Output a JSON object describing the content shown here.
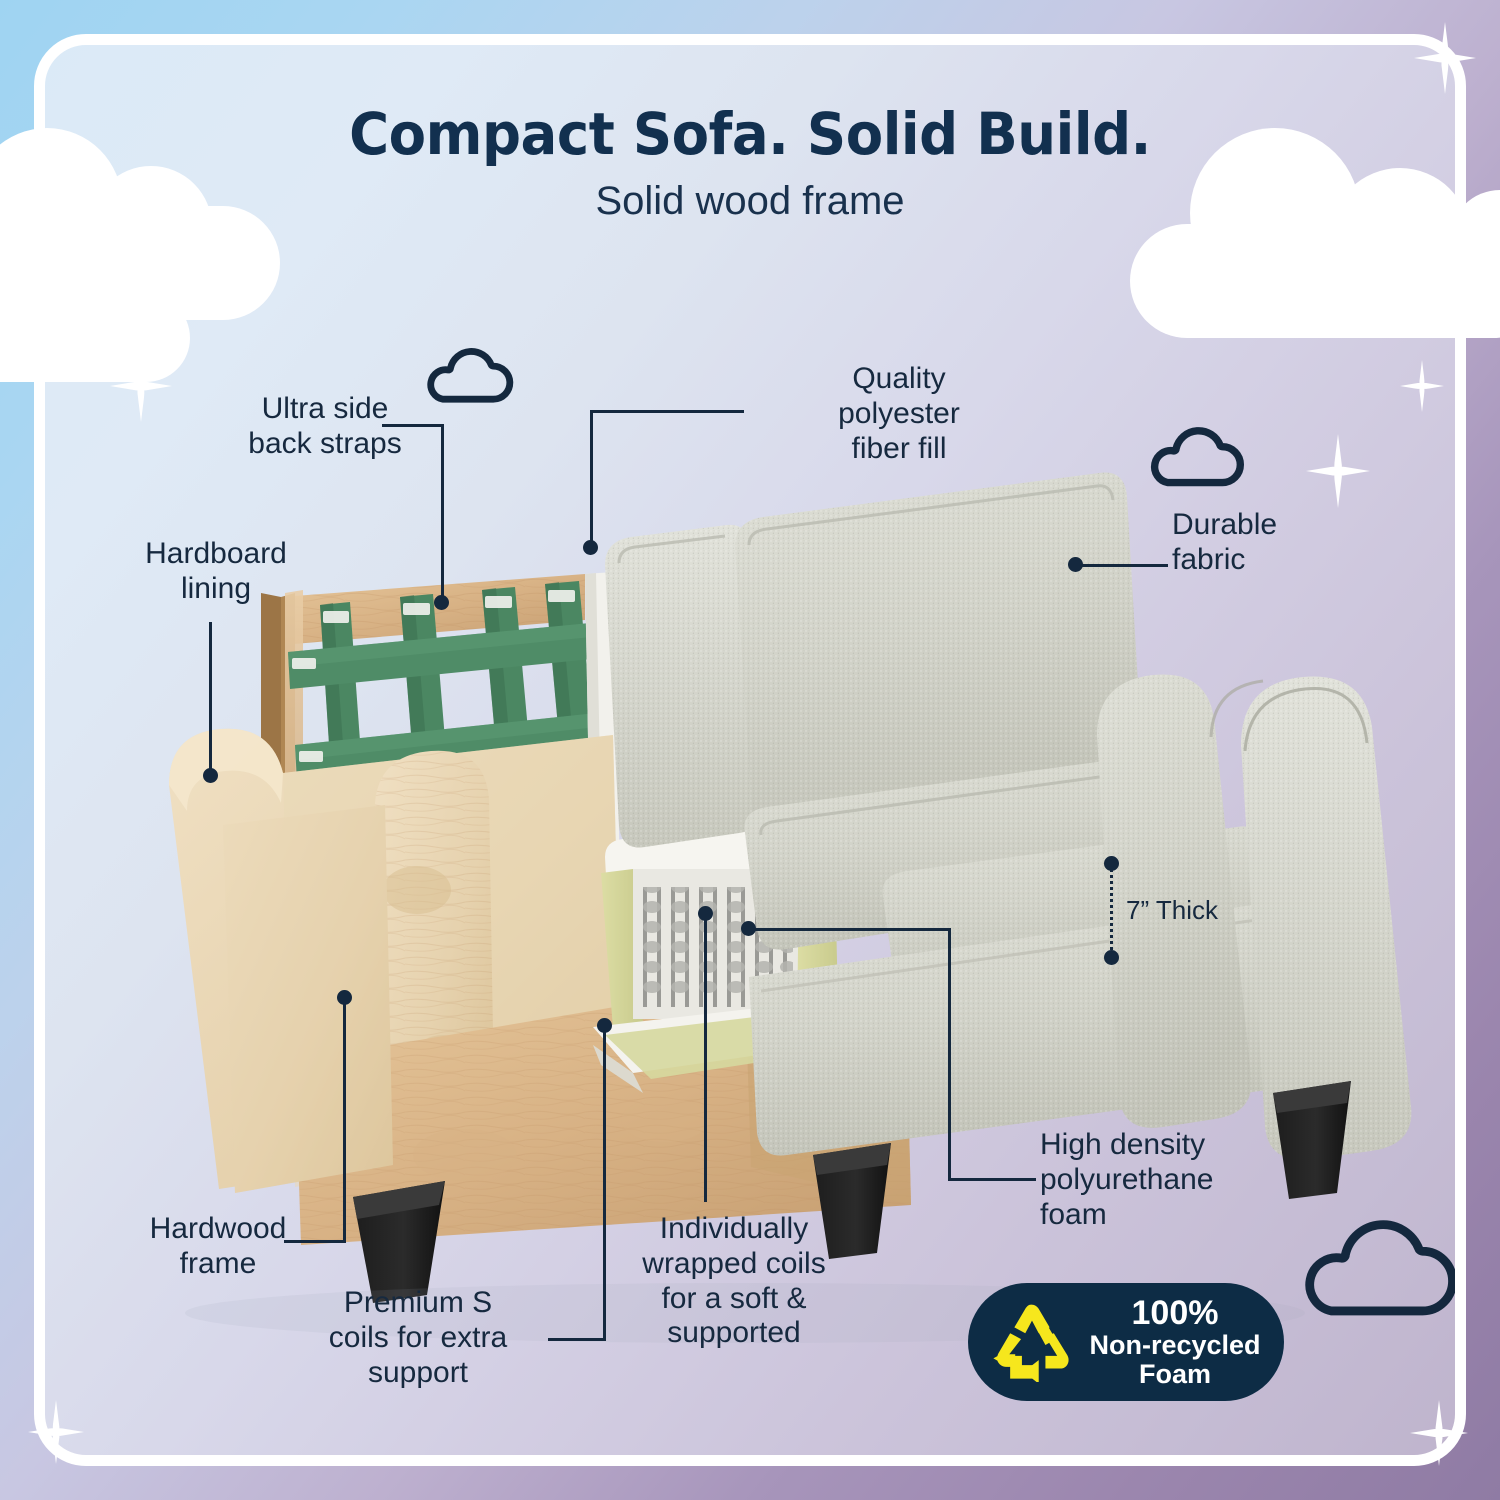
{
  "header": {
    "title": "Compact Sofa. Solid Build.",
    "subtitle": "Solid wood frame"
  },
  "labels": [
    {
      "id": "ultra-side-back-straps",
      "text": "Ultra side\nback straps"
    },
    {
      "id": "hardboard-lining",
      "text": "Hardboard\nlining"
    },
    {
      "id": "quality-polyester-fiber-fill",
      "text": "Quality\npolyester\nfiber fill"
    },
    {
      "id": "durable-fabric",
      "text": "Durable\nfabric"
    },
    {
      "id": "seven-inch-thick",
      "text": "7” Thick"
    },
    {
      "id": "high-density-polyurethane-foam",
      "text": "High density\npolyurethane\nfoam"
    },
    {
      "id": "individually-wrapped-coils",
      "text": "Individually\nwrapped coils\nfor a soft &\nsupported"
    },
    {
      "id": "premium-s-coils",
      "text": "Premium S\ncoils for extra\nsupport"
    },
    {
      "id": "hardwood-frame",
      "text": "Hardwood\nframe"
    }
  ],
  "badge": {
    "icon": "recycle-icon",
    "percent": "100%",
    "line2": "Non-recycled",
    "line3": "Foam"
  },
  "colors": {
    "ink": "#14283e",
    "title_navy": "#12304f",
    "badge_bg": "#0d2c45",
    "badge_icon_yellow": "#f6e71d",
    "webbing_green": "#3f7a56",
    "wood_light": "#d9b98c",
    "hardboard_tan": "#e8d6b4",
    "fabric_gray": "#d5d6cd",
    "foam_olive": "#d2d49a",
    "leg_black": "#1a1a1a",
    "bg_blue": "#9fd4f2",
    "bg_purple": "#8f7ba4"
  },
  "decor": {
    "cloud_filled": "cloud-filled",
    "cloud_outline": "cloud-outline-icon",
    "sparkle": "sparkle-icon"
  }
}
